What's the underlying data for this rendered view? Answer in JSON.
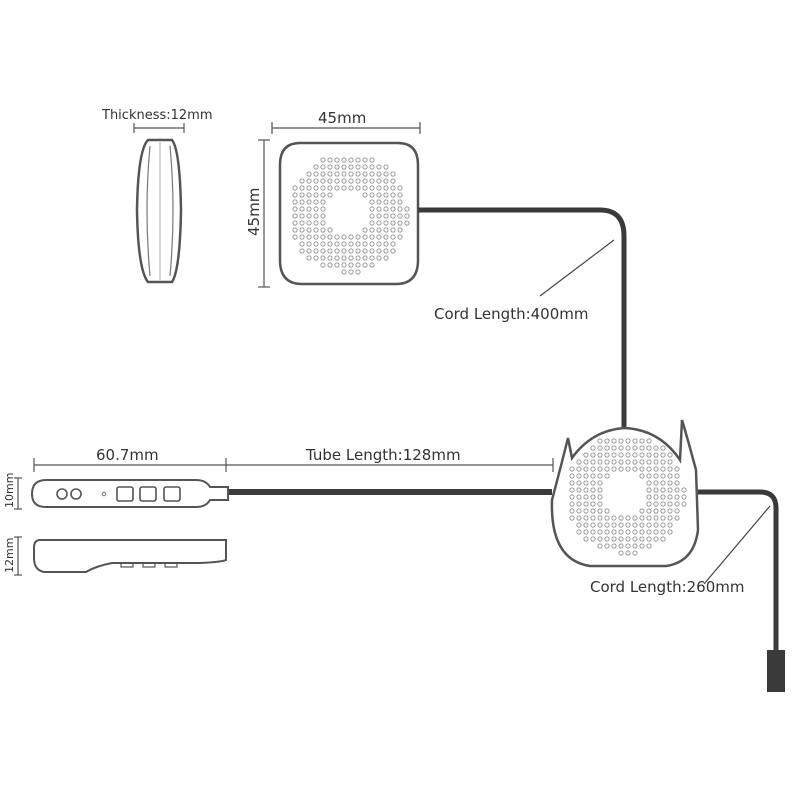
{
  "labels": {
    "thickness": "Thickness:12mm",
    "speaker_width": "45mm",
    "speaker_height": "45mm",
    "cord_length_upper": "Cord Length:400mm",
    "control_length": "60.7mm",
    "tube_length": "Tube Length:128mm",
    "control_height_front": "10mm",
    "control_height_side": "12mm",
    "cord_length_lower": "Cord Length:260mm"
  },
  "colors": {
    "line": "#444444",
    "cable": "#3a3a3a",
    "dots": "#9a9a9a",
    "outline": "#555555"
  }
}
